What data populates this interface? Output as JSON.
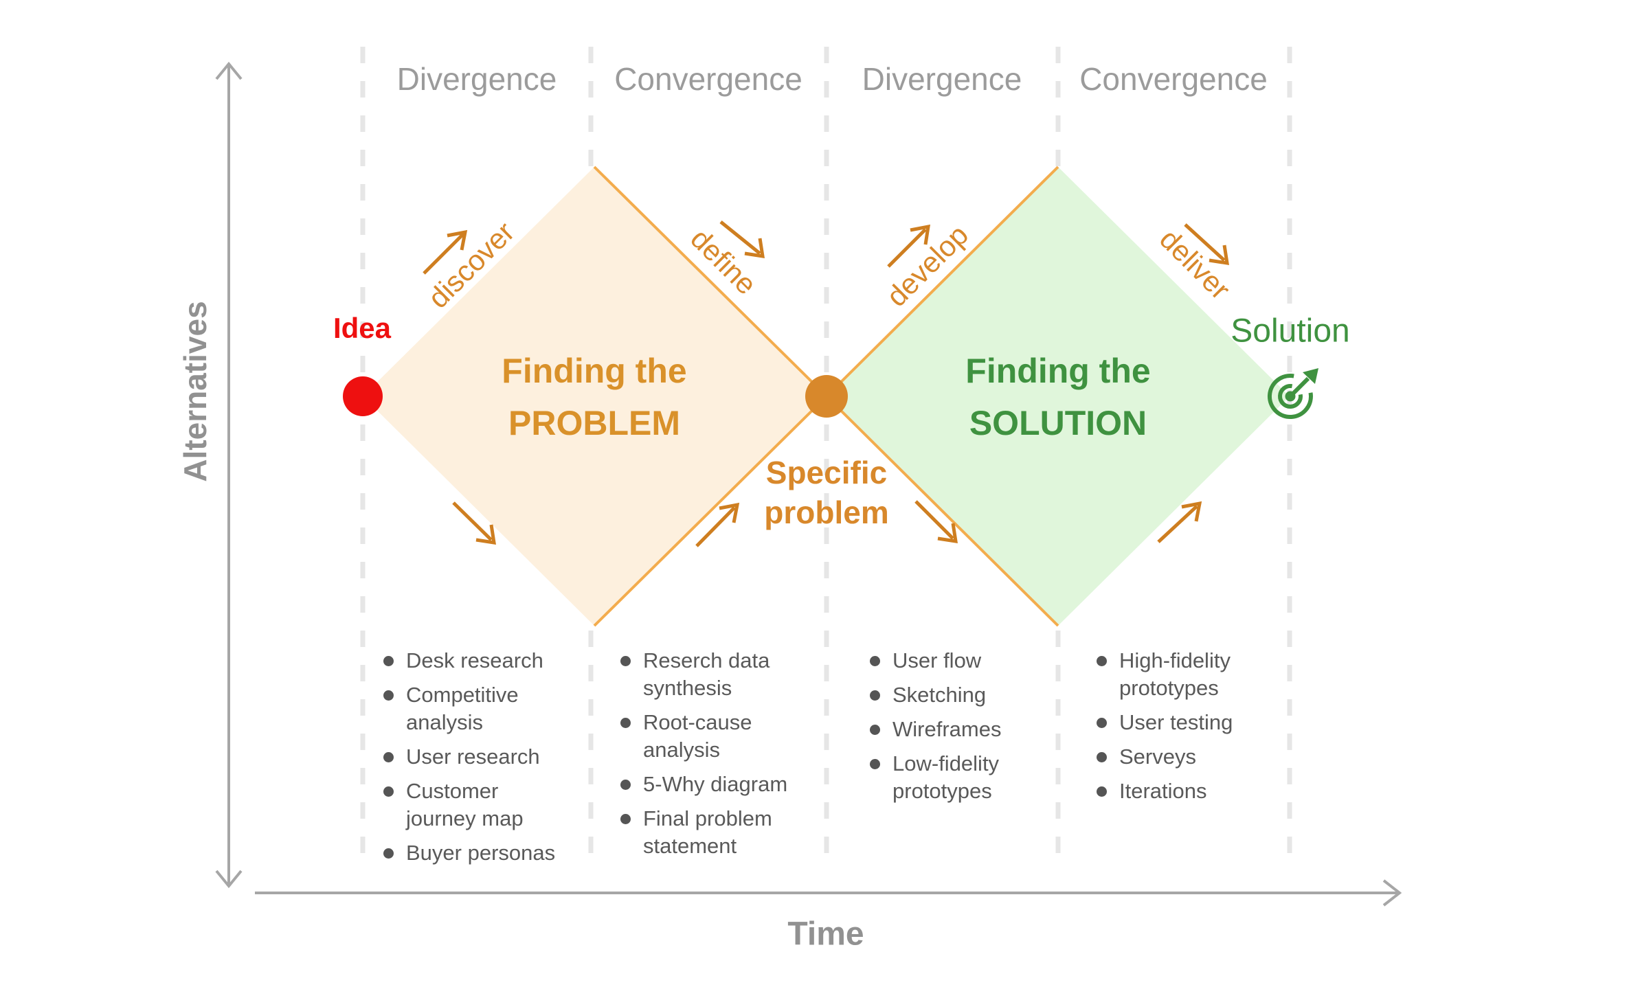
{
  "colors": {
    "red": "#EE1010",
    "orange": "#D8882B",
    "orange_dark": "#CE7E20",
    "orange_title": "#D9912A",
    "diamond_border": "#F3AC4D",
    "peach_fill": "#FDF0DE",
    "green": "#3F9240",
    "green_fill": "#E0F6DB",
    "gray_label": "#9B9B9B",
    "gray_axis": "#A6A6A6",
    "list_text": "#595959"
  },
  "axes": {
    "y_label": "Alternatives",
    "x_label": "Time"
  },
  "header_phases": [
    "Divergence",
    "Convergence",
    "Divergence",
    "Convergence"
  ],
  "milestones": {
    "start": "Idea",
    "middle": "Specific problem",
    "end": "Solution"
  },
  "problem_diamond": {
    "title_line1": "Finding the",
    "title_line2": "PROBLEM",
    "stage_left": "discover",
    "stage_right": "define"
  },
  "solution_diamond": {
    "title_line1": "Finding the",
    "title_line2": "SOLUTION",
    "stage_left": "develop",
    "stage_right": "deliver"
  },
  "activity_lists": {
    "discover": [
      "Desk research",
      "Competitive analysis",
      "User research",
      "Customer journey map",
      "Buyer personas"
    ],
    "define": [
      "Reserch data synthesis",
      "Root-cause analysis",
      "5-Why diagram",
      "Final problem statement"
    ],
    "develop": [
      "User flow",
      "Sketching",
      "Wireframes",
      "Low-fidelity prototypes"
    ],
    "deliver": [
      "High-fidelity prototypes",
      "User testing",
      "Serveys",
      "Iterations"
    ]
  }
}
